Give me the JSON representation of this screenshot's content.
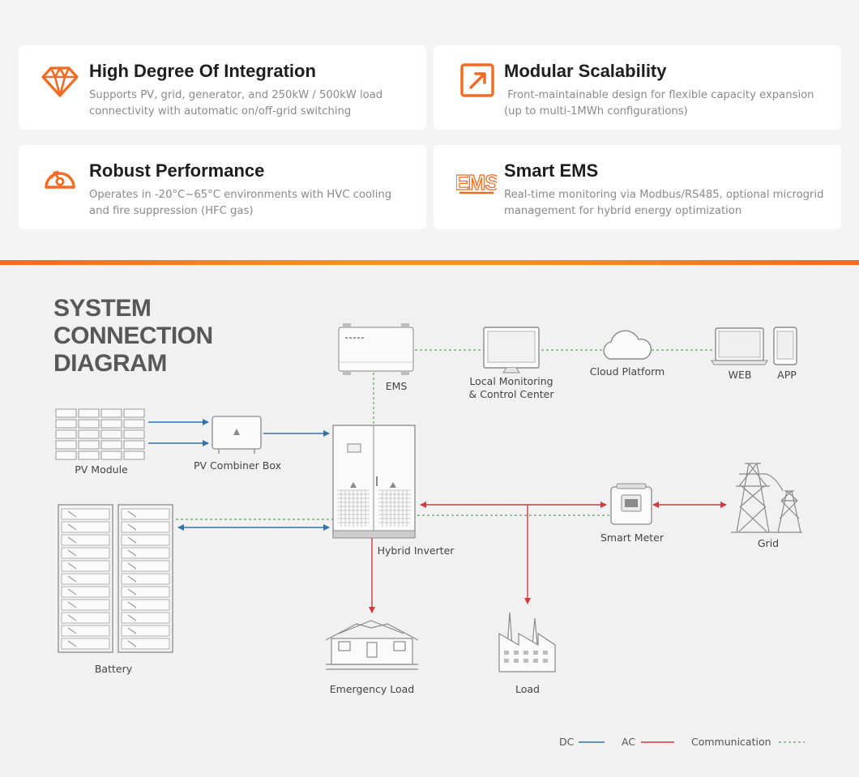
{
  "features": [
    {
      "title": "High Degree Of Integration",
      "description": "Supports PV, grid, generator, and 250kW / 500kW load connectivity with automatic on/off-grid switching",
      "icon": "diamond-icon"
    },
    {
      "title": "Modular Scalability",
      "description": " Front-maintainable design for flexible capacity expansion (up to multi-1MWh configurations)",
      "icon": "expand-arrow-icon"
    },
    {
      "title": "Robust Performance",
      "description": "Operates in -20°C~65°C environments with HVC cooling and fire suppression (HFC gas)",
      "icon": "gauge-icon"
    },
    {
      "title": "Smart EMS",
      "description": "Real-time monitoring via Modbus/RS485, optional microgrid management for hybrid energy optimization",
      "icon": "ems-icon",
      "icon_text": "EMS"
    }
  ],
  "diagram": {
    "heading_lines": [
      "SYSTEM",
      "CONNECTION",
      "DIAGRAM"
    ],
    "labels": {
      "ems": "EMS",
      "monitoring_line1": "Local Monitoring",
      "monitoring_line2": "& Control Center",
      "cloud": "Cloud Platform",
      "web": "WEB",
      "app": "APP",
      "pv_module": "PV Module",
      "combiner": "PV Combiner Box",
      "inverter": "Hybrid Inverter",
      "meter": "Smart Meter",
      "grid": "Grid",
      "battery": "Battery",
      "emergency_load": "Emergency Load",
      "load": "Load"
    },
    "legend": [
      {
        "label": "DC",
        "color": "#2f73ac",
        "style": "solid"
      },
      {
        "label": "AC",
        "color": "#d33a3a",
        "style": "solid"
      },
      {
        "label": "Communication",
        "color": "#5aa95a",
        "style": "dashed"
      }
    ]
  },
  "colors": {
    "accent": "#f36a21",
    "dc": "#2f73ac",
    "ac": "#d33a3a",
    "comm": "#5aa95a"
  }
}
